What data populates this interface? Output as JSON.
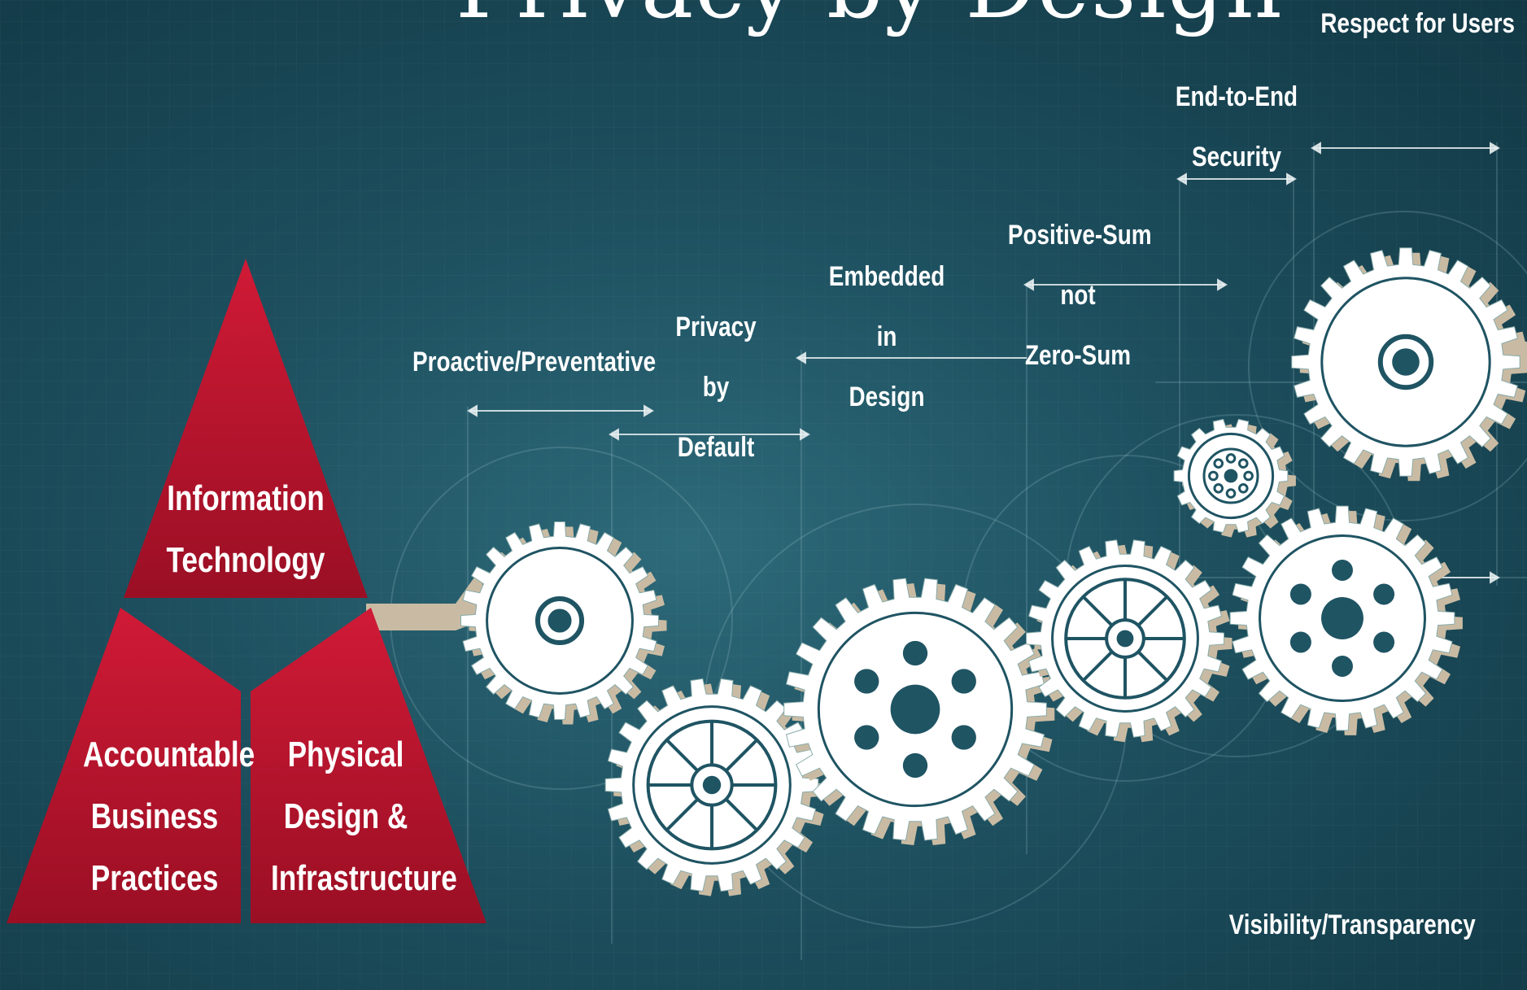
{
  "title": "Privacy by Design",
  "pyramid": {
    "top": [
      "Information",
      "Technology"
    ],
    "bottom_left": [
      "Accountable",
      "Business",
      "Practices"
    ],
    "bottom_right": [
      "Physical",
      "Design &",
      "Infrastructure"
    ]
  },
  "principles": {
    "proactive": "Proactive/Preventative",
    "default": [
      "Privacy",
      "by",
      "Default"
    ],
    "embedded": [
      "Embedded",
      "in",
      "Design"
    ],
    "positive_sum": [
      "Positive-Sum",
      "not",
      "Zero-Sum"
    ],
    "end_to_end": [
      "End-to-End",
      "Security"
    ],
    "respect": "Respect for Users",
    "visibility": "Visibility/Transparency"
  },
  "colors": {
    "pyramid_red": "#b3132b",
    "gear_white": "#ffffff",
    "gear_shadow": "#c9bba3",
    "background": "#1d4f5e"
  }
}
